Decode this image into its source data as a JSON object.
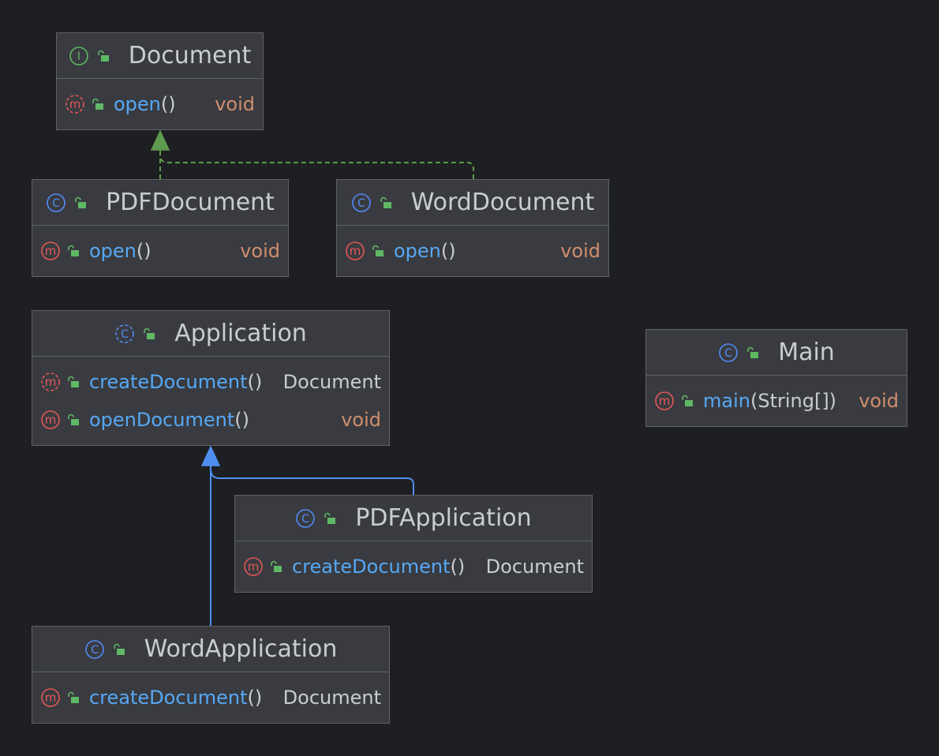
{
  "diagram": {
    "classes": [
      {
        "id": "document",
        "kind": "interface",
        "name": "Document",
        "methods": [
          {
            "name": "open",
            "params": "()",
            "return_type": "void",
            "abstract": true
          }
        ]
      },
      {
        "id": "pdf-document",
        "kind": "class",
        "name": "PDFDocument",
        "methods": [
          {
            "name": "open",
            "params": "()",
            "return_type": "void",
            "abstract": false
          }
        ]
      },
      {
        "id": "word-document",
        "kind": "class",
        "name": "WordDocument",
        "methods": [
          {
            "name": "open",
            "params": "()",
            "return_type": "void",
            "abstract": false
          }
        ]
      },
      {
        "id": "application",
        "kind": "abstract-class",
        "name": "Application",
        "methods": [
          {
            "name": "createDocument",
            "params": "()",
            "return_type": "Document",
            "abstract": true
          },
          {
            "name": "openDocument",
            "params": "()",
            "return_type": "void",
            "abstract": false
          }
        ]
      },
      {
        "id": "main",
        "kind": "class",
        "name": "Main",
        "methods": [
          {
            "name": "main",
            "params": "(String[])",
            "return_type": "void",
            "abstract": false
          }
        ]
      },
      {
        "id": "pdf-application",
        "kind": "class",
        "name": "PDFApplication",
        "methods": [
          {
            "name": "createDocument",
            "params": "()",
            "return_type": "Document",
            "abstract": false
          }
        ]
      },
      {
        "id": "word-application",
        "kind": "class",
        "name": "WordApplication",
        "methods": [
          {
            "name": "createDocument",
            "params": "()",
            "return_type": "Document",
            "abstract": false
          }
        ]
      }
    ],
    "relations": [
      {
        "type": "realization",
        "from": "pdf-document",
        "to": "document"
      },
      {
        "type": "realization",
        "from": "word-document",
        "to": "document"
      },
      {
        "type": "generalization",
        "from": "pdf-application",
        "to": "application"
      },
      {
        "type": "generalization",
        "from": "word-application",
        "to": "application"
      }
    ]
  },
  "colors": {
    "background": "#1e1f22",
    "box_fill": "#393b40",
    "box_border": "#5f6266",
    "text": "#c9ccd1",
    "method_name": "#56a8f5",
    "void_keyword": "#cf8e6d",
    "class_icon": "#548af7",
    "interface_icon": "#5fb865",
    "method_icon": "#e55757",
    "visibility_icon": "#5fb865",
    "realization_arrow": "#5e9a4f",
    "generalization_arrow": "#4e8eef"
  },
  "icons": {
    "class": "class-icon",
    "abstract-class": "abstract-class-icon",
    "interface": "interface-icon",
    "method": "method-icon",
    "abstract-method": "abstract-method-icon",
    "visibility": "public-visibility-icon"
  }
}
